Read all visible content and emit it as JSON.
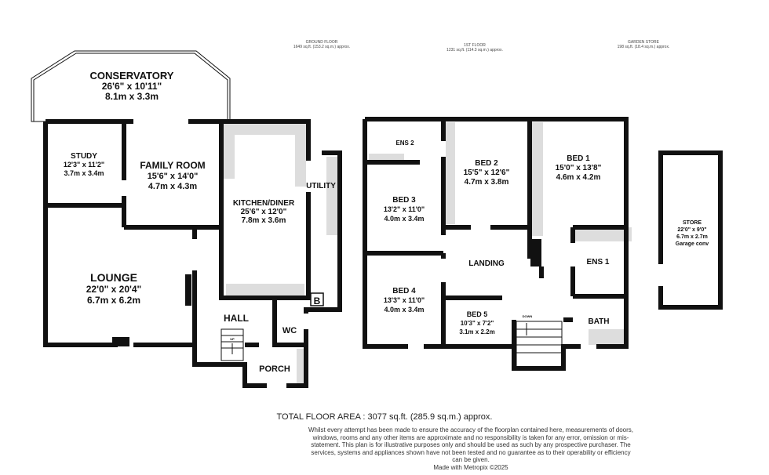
{
  "headers": [
    {
      "title": "GROUND FLOOR",
      "area": "1649 sq.ft. (153.2 sq.m.) approx."
    },
    {
      "title": "1ST FLOOR",
      "area": "1231 sq.ft. (114.3 sq.m.) approx."
    },
    {
      "title": "GARDEN STORE",
      "area": "198 sq.ft. (18.4 sq.m.) approx."
    }
  ],
  "ground_floor": {
    "conservatory": {
      "name": "CONSERVATORY",
      "imperial": "26'6\" x 10'11\"",
      "metric": "8.1m x 3.3m"
    },
    "study": {
      "name": "STUDY",
      "imperial": "12'3\" x 11'2\"",
      "metric": "3.7m x 3.4m"
    },
    "family_room": {
      "name": "FAMILY ROOM",
      "imperial": "15'6\" x 14'0\"",
      "metric": "4.7m x 4.3m"
    },
    "kitchen": {
      "name": "KITCHEN/DINER",
      "imperial": "25'6\" x 12'0\"",
      "metric": "7.8m x 3.6m"
    },
    "utility": {
      "name": "UTILITY"
    },
    "lounge": {
      "name": "LOUNGE",
      "imperial": "22'0\" x 20'4\"",
      "metric": "6.7m x 6.2m"
    },
    "hall": {
      "name": "HALL",
      "stairs": "UP"
    },
    "wc": {
      "name": "WC"
    },
    "porch": {
      "name": "PORCH"
    },
    "boiler": "B"
  },
  "first_floor": {
    "ens2": {
      "name": "ENS 2"
    },
    "bed2": {
      "name": "BED 2",
      "imperial": "15'5\" x 12'6\"",
      "metric": "4.7m x 3.8m"
    },
    "bed1": {
      "name": "BED 1",
      "imperial": "15'0\" x 13'8\"",
      "metric": "4.6m x 4.2m"
    },
    "bed3": {
      "name": "BED 3",
      "imperial": "13'2\" x 11'0\"",
      "metric": "4.0m x 3.4m"
    },
    "landing": {
      "name": "LANDING",
      "stairs": "DOWN"
    },
    "ens1": {
      "name": "ENS 1"
    },
    "bed4": {
      "name": "BED 4",
      "imperial": "13'3\" x 11'0\"",
      "metric": "4.0m x 3.4m"
    },
    "bed5": {
      "name": "BED 5",
      "imperial": "10'3\" x 7'2\"",
      "metric": "3.1m x 2.2m"
    },
    "bath": {
      "name": "BATH"
    }
  },
  "garden_store": {
    "store": {
      "name": "STORE",
      "imperial": "22'0\" x 9'0\"",
      "metric": "6.7m x 2.7m",
      "note": "Garage conv"
    }
  },
  "footer": {
    "total": "TOTAL FLOOR AREA : 3077 sq.ft. (285.9 sq.m.) approx.",
    "disclaimer": "Whilst every attempt has been made to ensure the accuracy of the floorplan contained here, measurements of doors, windows, rooms and any other items are approximate and no responsibility is taken for any error, omission or mis-statement. This plan is for illustrative purposes only and should be used as such by any prospective purchaser. The services, systems and appliances shown have not been tested and no guarantee as to their operability or efficiency can be given.",
    "credit": "Made with Metropix ©2025"
  }
}
